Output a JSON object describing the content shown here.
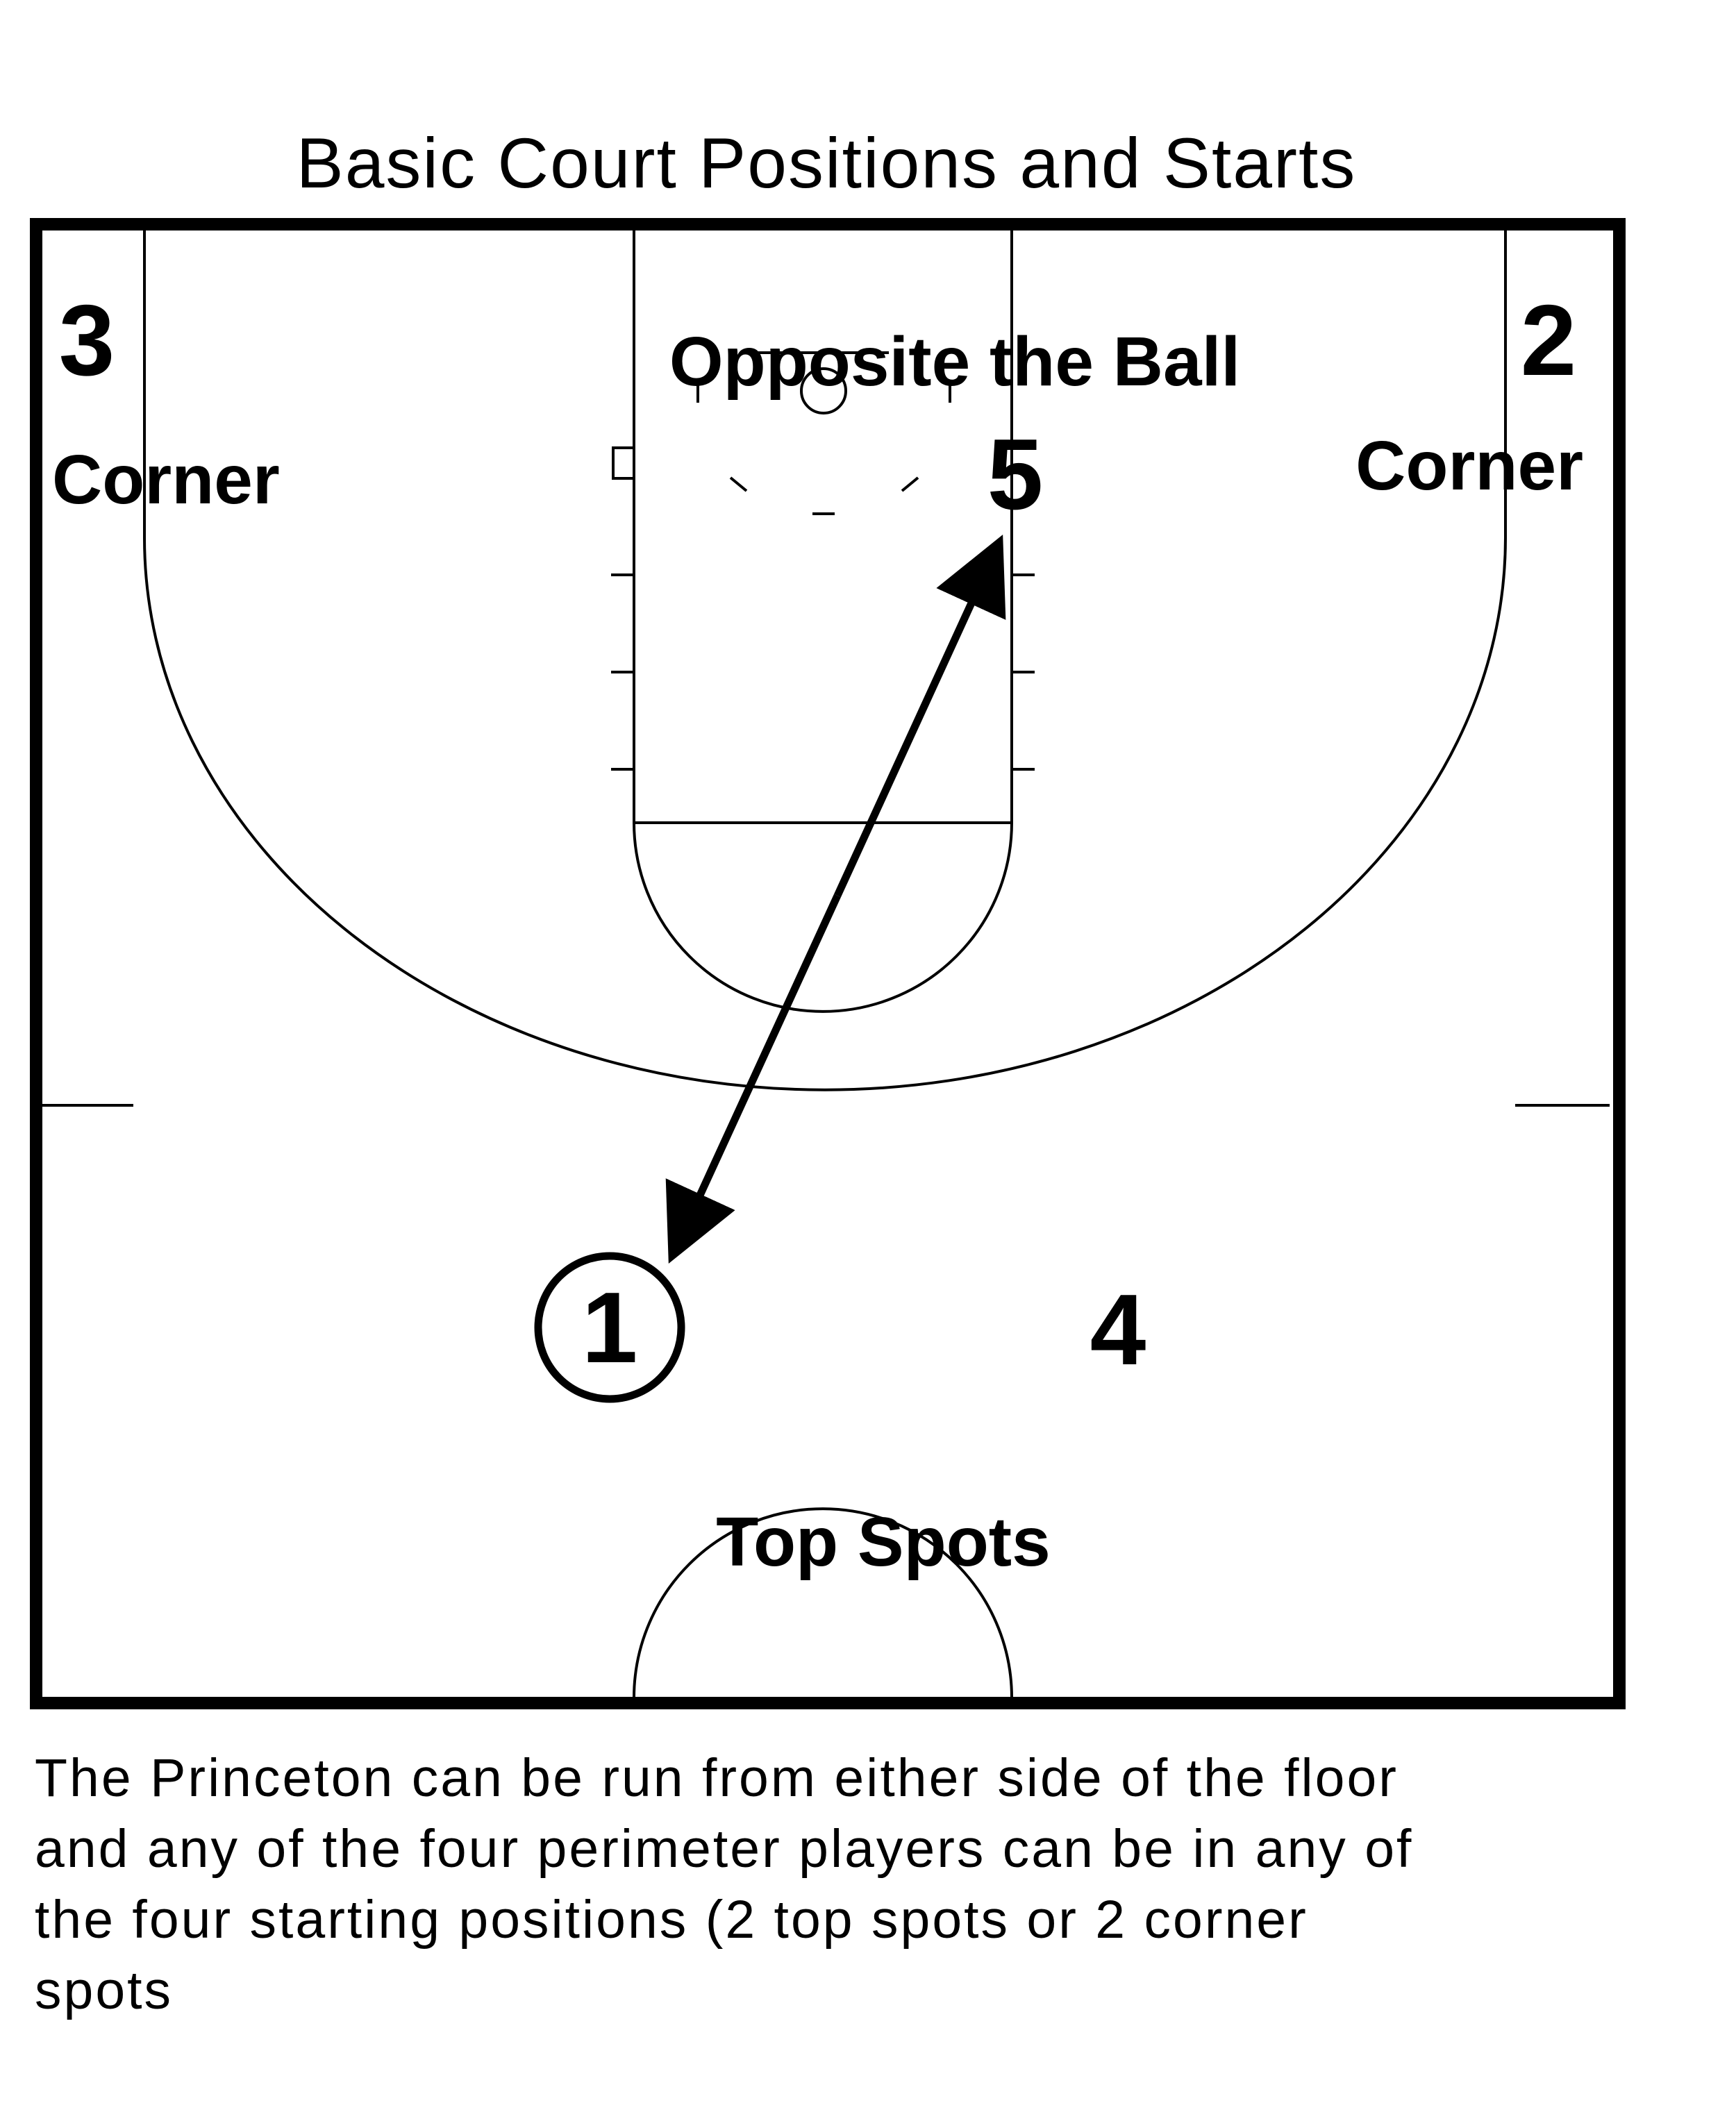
{
  "title": "Basic Court Positions and Starts",
  "labels": {
    "opposite_the_ball": "Opposite the Ball",
    "corner_left": "Corner",
    "corner_right": "Corner",
    "top_spots": "Top Spots"
  },
  "players": {
    "p1": "1",
    "p2": "2",
    "p3": "3",
    "p4": "4",
    "p5": "5"
  },
  "caption_lines": [
    "The Princeton can be run from either side of the floor",
    "and any of the four perimeter players can be in any of",
    "the four starting positions (2 top spots or 2 corner",
    "spots"
  ]
}
